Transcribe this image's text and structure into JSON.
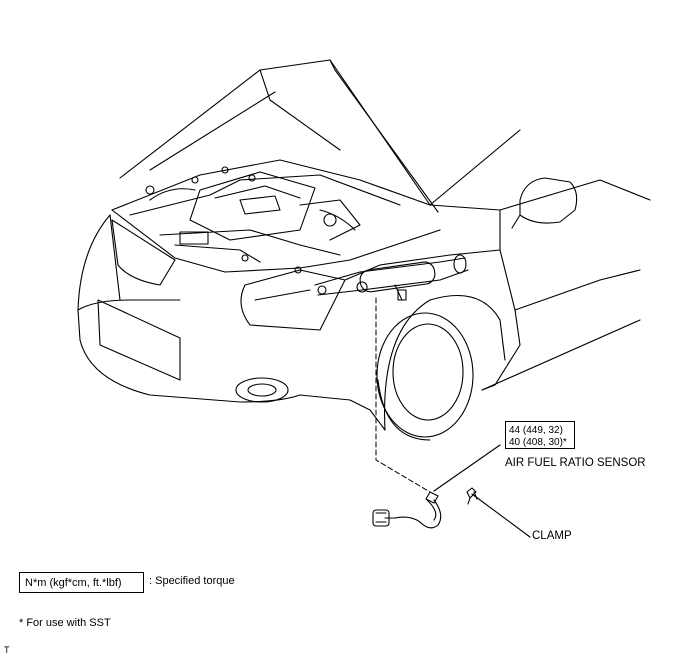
{
  "labels": {
    "sensor": "AIR FUEL RATIO SENSOR",
    "clamp": "CLAMP"
  },
  "torque": {
    "line1": "44 (449, 32)",
    "line2": "40 (408, 30)*"
  },
  "legend": {
    "unit": "N*m (kgf*cm, ft.*lbf)",
    "description": ": Specified torque",
    "footnote": "* For use with SST"
  },
  "corner_mark": "T"
}
